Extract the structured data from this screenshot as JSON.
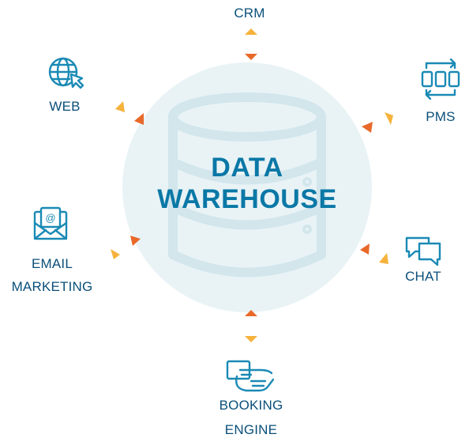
{
  "center": {
    "line1": "DATA",
    "line2": "WAREHOUSE",
    "icon": "database-icon"
  },
  "nodes": {
    "crm": {
      "label": "CRM"
    },
    "pms": {
      "label": "PMS",
      "icon": "sync-grid-icon"
    },
    "web": {
      "label": "WEB",
      "icon": "globe-cursor-icon"
    },
    "chat": {
      "label": "CHAT",
      "icon": "chat-bubbles-icon"
    },
    "email": {
      "line1": "EMAIL",
      "line2": "MARKETING",
      "icon": "envelope-at-icon"
    },
    "booking": {
      "line1": "BOOKING",
      "line2": "ENGINE",
      "icon": "hand-click-screen-icon"
    }
  },
  "colors": {
    "text": "#0a4f7a",
    "center_text": "#0a78a6",
    "icon": "#1a8ab5",
    "circle": "#e9f3f6",
    "arrow_light": "#f6b23c",
    "arrow_dark": "#e8692a"
  }
}
